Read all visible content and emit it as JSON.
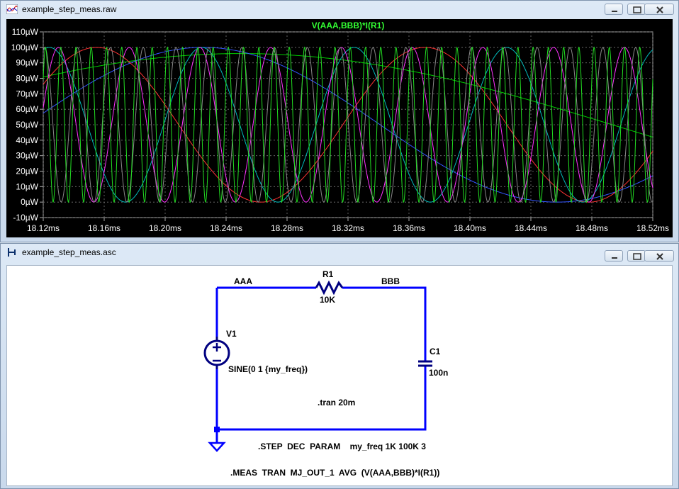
{
  "waveform_window": {
    "title": "example_step_meas.raw",
    "icon": "waveform-icon",
    "controls": [
      "minimize-button",
      "maximize-button",
      "close-button"
    ]
  },
  "schematic_window": {
    "title": "example_step_meas.asc",
    "icon": "schematic-icon",
    "controls": [
      "minimize-button",
      "maximize-button",
      "close-button"
    ]
  },
  "chart_data": {
    "type": "line",
    "title": "V(AAA,BBB)*I(R1)",
    "ylabel": "",
    "xlabel": "",
    "xlim": [
      18.12,
      18.52
    ],
    "ylim": [
      -10,
      110
    ],
    "x_unit": "ms",
    "y_unit": "µW",
    "grid": true,
    "x_ticks": [
      "18.12ms",
      "18.16ms",
      "18.20ms",
      "18.24ms",
      "18.28ms",
      "18.32ms",
      "18.36ms",
      "18.40ms",
      "18.44ms",
      "18.48ms",
      "18.52ms"
    ],
    "y_ticks": [
      "110µW",
      "100µW",
      "90µW",
      "80µW",
      "70µW",
      "60µW",
      "50µW",
      "40µW",
      "30µW",
      "20µW",
      "10µW",
      "0µW",
      "-10µW"
    ],
    "background": "#000000",
    "series": [
      {
        "color": "#00cc00",
        "amplitude": [
          0,
          96
        ],
        "frequency_hz": 1000,
        "peak_at_ms": 18.25
      },
      {
        "color": "#3355ff",
        "amplitude": [
          0,
          100
        ],
        "frequency_hz": 2154,
        "peak_at_ms": 18.225
      },
      {
        "color": "#ff3333",
        "amplitude": [
          0,
          100
        ],
        "frequency_hz": 4642,
        "peak_at_ms": 18.155
      },
      {
        "color": "#00bbbb",
        "amplitude": [
          0,
          100
        ],
        "frequency_hz": 10000,
        "peak_at_ms": 18.124
      },
      {
        "color": "#ff33ff",
        "amplitude": [
          0,
          100
        ],
        "frequency_hz": 21544,
        "peak_at_ms": 18.13
      },
      {
        "color": "#888888",
        "amplitude": [
          0,
          100
        ],
        "frequency_hz": 46416,
        "peak_at_ms": 18.121
      },
      {
        "color": "#22dd22",
        "amplitude": [
          0,
          100
        ],
        "frequency_hz": 100000,
        "peak_at_ms": 18.1215
      }
    ]
  },
  "schematic": {
    "nets": {
      "aaa": "AAA",
      "bbb": "BBB"
    },
    "r1": {
      "name": "R1",
      "value": "10K"
    },
    "v1": {
      "name": "V1",
      "value": "SINE(0 1 {my_freq})"
    },
    "c1": {
      "name": "C1",
      "value": "100n"
    },
    "directives": {
      "tran": ".tran 20m",
      "step": ".STEP  DEC  PARAM    my_freq 1K 100K 3",
      "meas": ".MEAS  TRAN  MJ_OUT_1  AVG  (V(AAA,BBB)*I(R1))"
    },
    "wire_color": "#0000ff",
    "component_color": "#000080"
  }
}
